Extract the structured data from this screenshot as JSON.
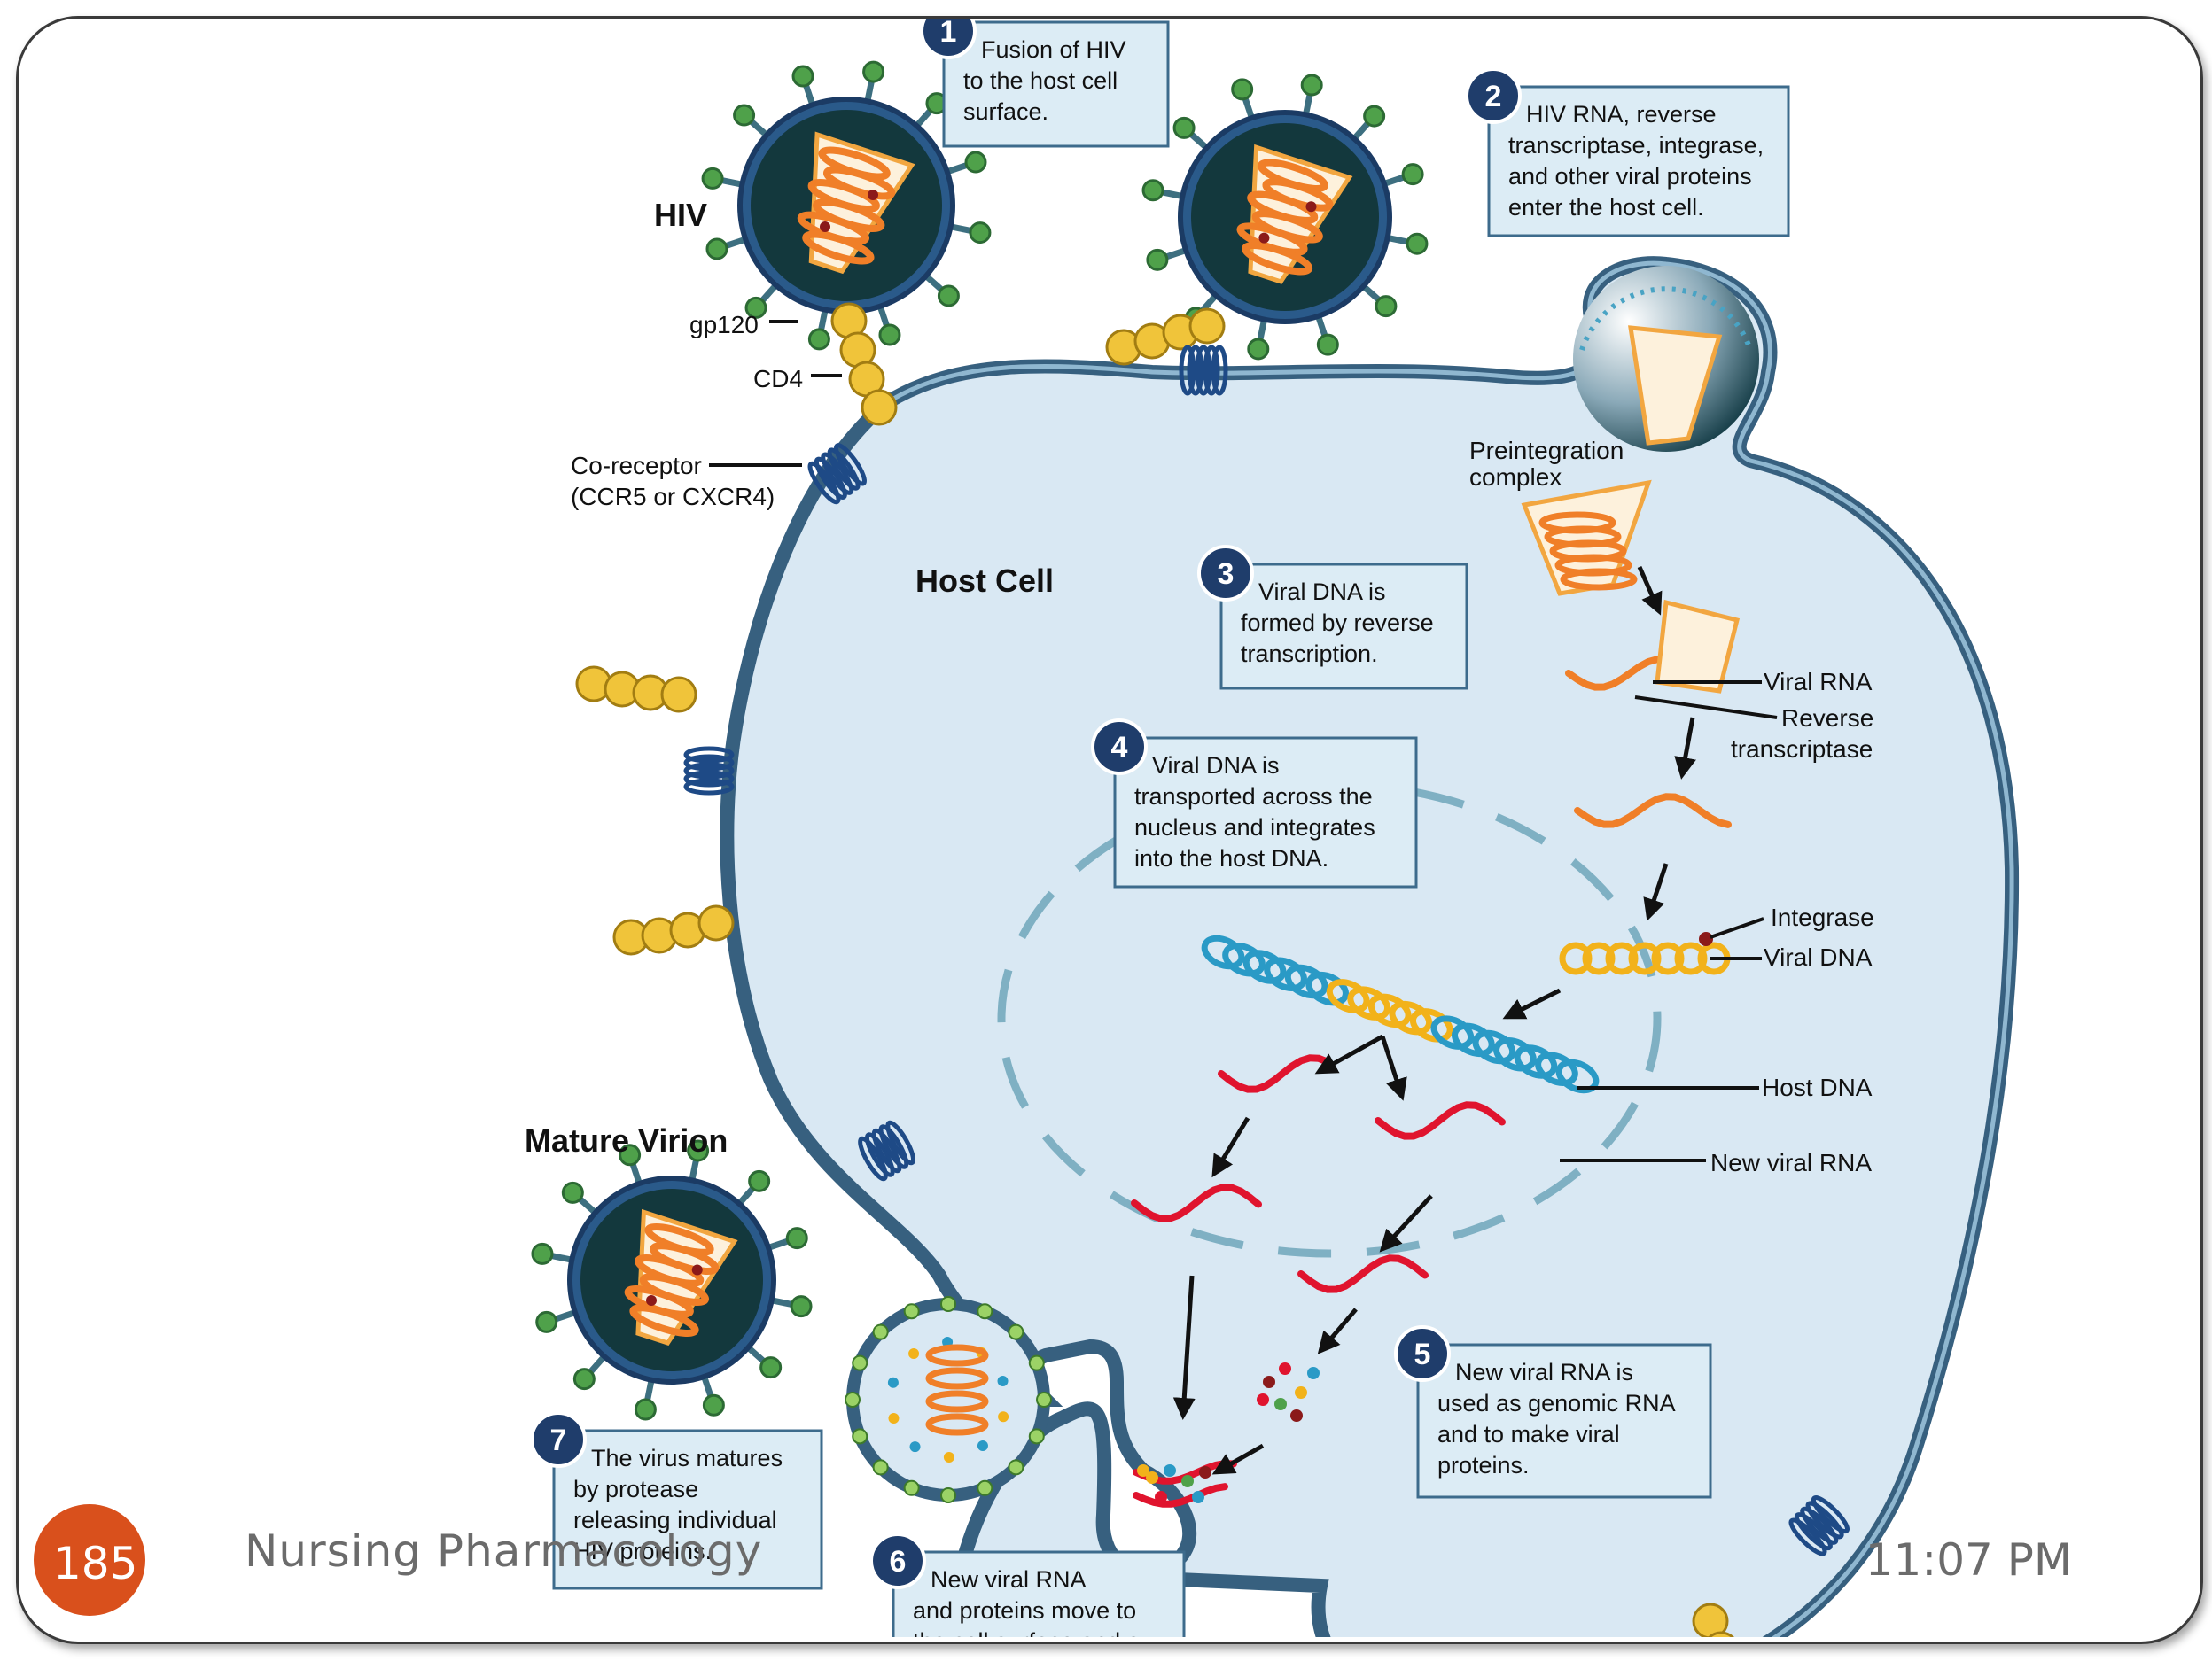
{
  "diagram": {
    "labels": {
      "hiv": "HIV",
      "gp120": "gp120",
      "cd4": "CD4",
      "coreceptor_line1": "Co-receptor",
      "coreceptor_line2": "(CCR5 or CXCR4)",
      "host_cell": "Host Cell",
      "preintegration_line1": "Preintegration",
      "preintegration_line2": "complex",
      "viral_rna": "Viral RNA",
      "reverse_line1": "Reverse",
      "reverse_line2": "transcriptase",
      "integrase": "Integrase",
      "viral_dna": "Viral DNA",
      "host_dna": "Host DNA",
      "new_viral_rna": "New viral RNA",
      "mature_virion": "Mature Virion"
    },
    "steps": [
      {
        "number": "1",
        "lines": [
          "Fusion of  HIV",
          "to the host cell",
          "surface."
        ]
      },
      {
        "number": "2",
        "lines": [
          "HIV RNA, reverse",
          "transcriptase, integrase,",
          "and other viral proteins",
          "enter the host cell."
        ]
      },
      {
        "number": "3",
        "lines": [
          "Viral DNA is",
          "formed by reverse",
          "transcription."
        ]
      },
      {
        "number": "4",
        "lines": [
          "Viral DNA is",
          "transported across the",
          "nucleus and integrates",
          "into the host DNA."
        ]
      },
      {
        "number": "5",
        "lines": [
          "New viral RNA is",
          "used as genomic RNA",
          "and to make viral",
          "proteins."
        ]
      },
      {
        "number": "6",
        "lines": [
          "New viral RNA",
          "and proteins move to",
          "the cell surface and a"
        ]
      },
      {
        "number": "7",
        "lines": [
          "The virus matures",
          "by protease",
          "releasing individual",
          "HIV proteins."
        ]
      }
    ]
  },
  "footer": {
    "page_number": "185",
    "title": "Nursing  Pharmacology",
    "time": "11:07 PM"
  },
  "colors": {
    "cell_fill": "#d9e8f3",
    "cell_stroke": "#37607f",
    "nucleus_dash": "#7fb0c3",
    "virion_dark": "#13383d",
    "rna_red": "#e0142e",
    "capsid_orange": "#f07f28",
    "receptor_gold": "#f0c43a",
    "step_badge": "#1f3d6b",
    "step_box_fill": "#dcecf5",
    "accent_orange": "#d9501c"
  }
}
